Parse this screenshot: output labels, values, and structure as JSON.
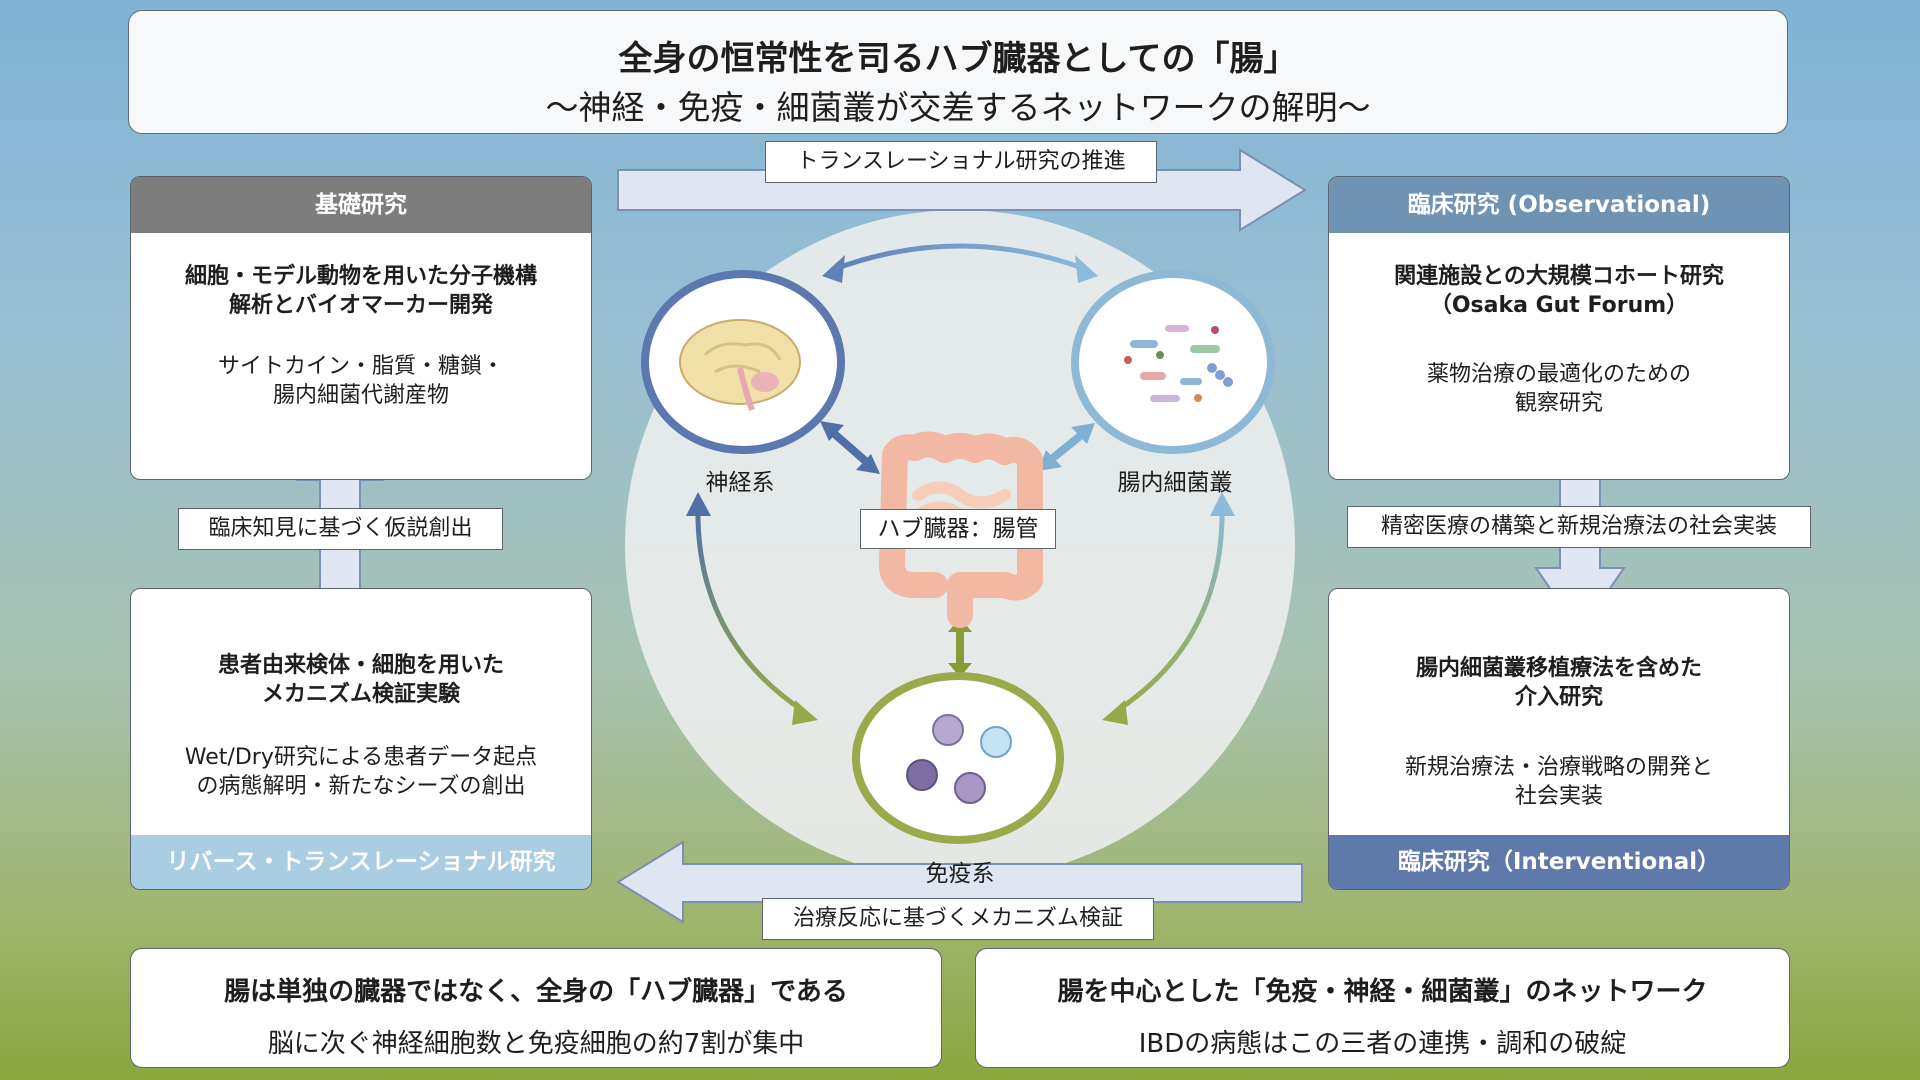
{
  "title": {
    "main": "全身の恒常性を司るハブ臓器としての「腸」",
    "sub": "〜神経・免疫・細菌叢が交差するネットワークの解明〜"
  },
  "colors": {
    "basic_head": "#7d7d7d",
    "observational_head": "#6f93b2",
    "interventional_head": "#5e7aab",
    "reverse_head": "#a9cde2",
    "arrow_fill": "#dfe6f2",
    "arrow_stroke": "#7c8fb5",
    "nerve_ring": "#5b78b0",
    "microbe_ring": "#8db9d7",
    "immune_ring": "#9aa94a"
  },
  "top_arrow_label": "トランスレーショナル研究の推進",
  "bottom_arrow_label": "治療反応に基づくメカニズム検証",
  "left_up_label": "臨床知見に基づく仮説創出",
  "right_down_label": "精密医療の構築と新規治療法の社会実装",
  "basic": {
    "head": "基礎研究",
    "bold": [
      "細胞・モデル動物を用いた分子機構",
      "解析とバイオマーカー開発"
    ],
    "text": [
      "サイトカイン・脂質・糖鎖・",
      "腸内細菌代謝産物"
    ]
  },
  "reverse": {
    "bold": [
      "患者由来検体・細胞を用いた",
      "メカニズム検証実験"
    ],
    "text": [
      "Wet/Dry研究による患者データ起点",
      "の病態解明・新たなシーズの創出"
    ],
    "foot": "リバース・トランスレーショナル研究"
  },
  "observational": {
    "head": "臨床研究 (Observational)",
    "bold": [
      "関連施設との大規模コホート研究",
      "（Osaka Gut Forum）"
    ],
    "text": [
      "薬物治療の最適化のための",
      "観察研究"
    ]
  },
  "interventional": {
    "bold": [
      "腸内細菌叢移植療法を含めた",
      "介入研究"
    ],
    "text": [
      "新規治療法・治療戦略の開発と",
      "社会実装"
    ],
    "foot": "臨床研究（Interventional）"
  },
  "center": {
    "nerve": "神経系",
    "microbe": "腸内細菌叢",
    "immune": "免疫系",
    "hub": "ハブ臓器：腸管"
  },
  "bottom_left": {
    "bold": "腸は単独の臓器ではなく、全身の「ハブ臓器」である",
    "text": "脳に次ぐ神経細胞数と免疫細胞の約7割が集中"
  },
  "bottom_right": {
    "bold": "腸を中心とした「免疫・神経・細菌叢」のネットワーク",
    "text": "IBDの病態はこの三者の連携・調和の破綻"
  }
}
